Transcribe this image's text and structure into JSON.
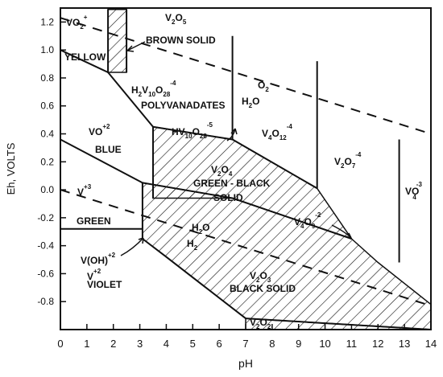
{
  "chart_data": {
    "type": "phase-diagram",
    "xlabel": "pH",
    "ylabel": "Eh, VOLTS",
    "xlim": [
      0,
      14
    ],
    "ylim": [
      -1.0,
      1.3
    ],
    "x_ticks": [
      "0",
      "1",
      "2",
      "3",
      "4",
      "5",
      "6",
      "7",
      "8",
      "9",
      "10",
      "11",
      "12",
      "13",
      "14"
    ],
    "y_ticks": [
      {
        "value": 1.2,
        "label": "1.2"
      },
      {
        "value": 1.0,
        "label": "1.0"
      },
      {
        "value": 0.8,
        "label": "0.8"
      },
      {
        "value": 0.6,
        "label": "0.6"
      },
      {
        "value": 0.4,
        "label": "0.4"
      },
      {
        "value": 0.2,
        "label": "0.2"
      },
      {
        "value": 0.0,
        "label": "0.0"
      },
      {
        "value": -0.2,
        "label": "-0.2"
      },
      {
        "value": -0.4,
        "label": "-0.4"
      },
      {
        "value": -0.6,
        "label": "-0.6"
      },
      {
        "value": -0.8,
        "label": "-0.8"
      }
    ],
    "boundaries": [
      {
        "name": "vo2-vo-boundary",
        "points": [
          [
            0,
            1.0
          ],
          [
            1.8,
            0.84
          ]
        ]
      },
      {
        "name": "h2v10-vo-boundary",
        "points": [
          [
            1.8,
            0.84
          ],
          [
            3.5,
            0.45
          ]
        ]
      },
      {
        "name": "vo-v3-boundary",
        "points": [
          [
            0,
            0.36
          ],
          [
            3.1,
            0.05
          ]
        ]
      },
      {
        "name": "green-v3-boundary",
        "points": [
          [
            0,
            -0.28
          ],
          [
            3.1,
            -0.28
          ]
        ]
      },
      {
        "name": "v2o4-upper-boundary",
        "points": [
          [
            3.5,
            0.45
          ],
          [
            6.5,
            0.36
          ],
          [
            9.7,
            0.01
          ]
        ]
      },
      {
        "name": "v2o4-lower-boundary",
        "points": [
          [
            3.1,
            0.05
          ],
          [
            6.5,
            -0.06
          ],
          [
            11.0,
            -0.35
          ]
        ]
      },
      {
        "name": "v2o3-lower-boundary",
        "points": [
          [
            3.1,
            -0.35
          ],
          [
            4.0,
            -0.48
          ],
          [
            7.0,
            -0.92
          ]
        ]
      },
      {
        "name": "v2o2-upper-boundary",
        "points": [
          [
            7.0,
            -0.92
          ],
          [
            14.0,
            -1.0
          ]
        ]
      },
      {
        "name": "vertical-1.8",
        "points": [
          [
            1.8,
            1.29
          ],
          [
            1.8,
            0.84
          ]
        ]
      },
      {
        "name": "vertical-2.5",
        "points": [
          [
            2.5,
            1.29
          ],
          [
            2.5,
            0.84
          ]
        ]
      },
      {
        "name": "vertical-3.5",
        "points": [
          [
            3.5,
            0.45
          ],
          [
            3.5,
            -0.06
          ]
        ]
      },
      {
        "name": "vertical-3.1",
        "points": [
          [
            3.1,
            0.05
          ],
          [
            3.1,
            -0.35
          ]
        ]
      },
      {
        "name": "vertical-6.5",
        "points": [
          [
            6.5,
            1.1
          ],
          [
            6.5,
            0.36
          ]
        ]
      },
      {
        "name": "vertical-9.7",
        "points": [
          [
            9.7,
            0.92
          ],
          [
            9.7,
            0.01
          ]
        ]
      },
      {
        "name": "vertical-12.8",
        "points": [
          [
            12.8,
            0.36
          ],
          [
            12.8,
            -0.52
          ]
        ]
      }
    ],
    "dashed_lines": [
      {
        "name": "o2-h2o-line",
        "points": [
          [
            0,
            1.23
          ],
          [
            14,
            0.4
          ]
        ]
      },
      {
        "name": "h2o-h2-line",
        "points": [
          [
            0,
            0.0
          ],
          [
            14,
            -0.83
          ]
        ]
      }
    ],
    "labels": {
      "vo2_main": "VO",
      "vo2_sub": "2",
      "vo2_sup": "+",
      "yellow": "YELLOW",
      "v2o5_main": "V",
      "v2o5_sub1": "2",
      "v2o5_o": "O",
      "v2o5_sub2": "5",
      "brown_solid": "BROWN SOLID",
      "h2v10_prefix": "H",
      "h2v10_sub1": "2",
      "h2v10_v": "V",
      "h2v10_sub2": "10",
      "h2v10_o": "O",
      "h2v10_sub3": "28",
      "h2v10_sup": "-4",
      "polyvanadates": "POLYVANADATES",
      "hv10_prefix": "HV",
      "hv10_sub1": "10",
      "hv10_o": "O",
      "hv10_sub2": "28",
      "hv10_sup": "-5",
      "v4o12_main": "V",
      "v4o12_sub1": "4",
      "v4o12_o": "O",
      "v4o12_sub2": "12",
      "v4o12_sup": "-4",
      "v2o7_main": "V",
      "v2o7_sub1": "2",
      "v2o7_o": "O",
      "v2o7_sub2": "7",
      "v2o7_sup": "-4",
      "vo4_main": "VO",
      "vo4_sub": "4",
      "vo4_sup": "-3",
      "vo_main": "VO",
      "vo_sup": "+2",
      "blue": "BLUE",
      "v2o4_main": "V",
      "v2o4_sub1": "2",
      "v2o4_o": "O",
      "v2o4_sub2": "4",
      "green_black": "GREEN - BLACK",
      "solid": "SOLID",
      "v3_main": "V",
      "v3_sup": "+3",
      "green": "GREEN",
      "v4o9_main": "V",
      "v4o9_sub1": "4",
      "v4o9_o": "O",
      "v4o9_sub2": "9",
      "v4o9_sup": "-2",
      "h2o_upper_main": "H",
      "h2o_upper_sub": "2",
      "h2o_upper_o": "O",
      "o2_main": "O",
      "o2_sub": "2",
      "h2o_lower_main": "H",
      "h2o_lower_sub": "2",
      "h2o_lower_o": "O",
      "h2_main": "H",
      "h2_sub": "2",
      "voh_main": "V(OH)",
      "voh_sup": "+2",
      "v2_main": "V",
      "v2_sup": "+2",
      "violet": "VIOLET",
      "v2o3_main": "V",
      "v2o3_sub1": "2",
      "v2o3_o": "O",
      "v2o3_sub2": "3",
      "black_solid": "BLACK SOLID",
      "v2o2_main": "V",
      "v2o2_sub1": "2",
      "v2o2_o": "O",
      "v2o2_sub2": "2"
    }
  }
}
